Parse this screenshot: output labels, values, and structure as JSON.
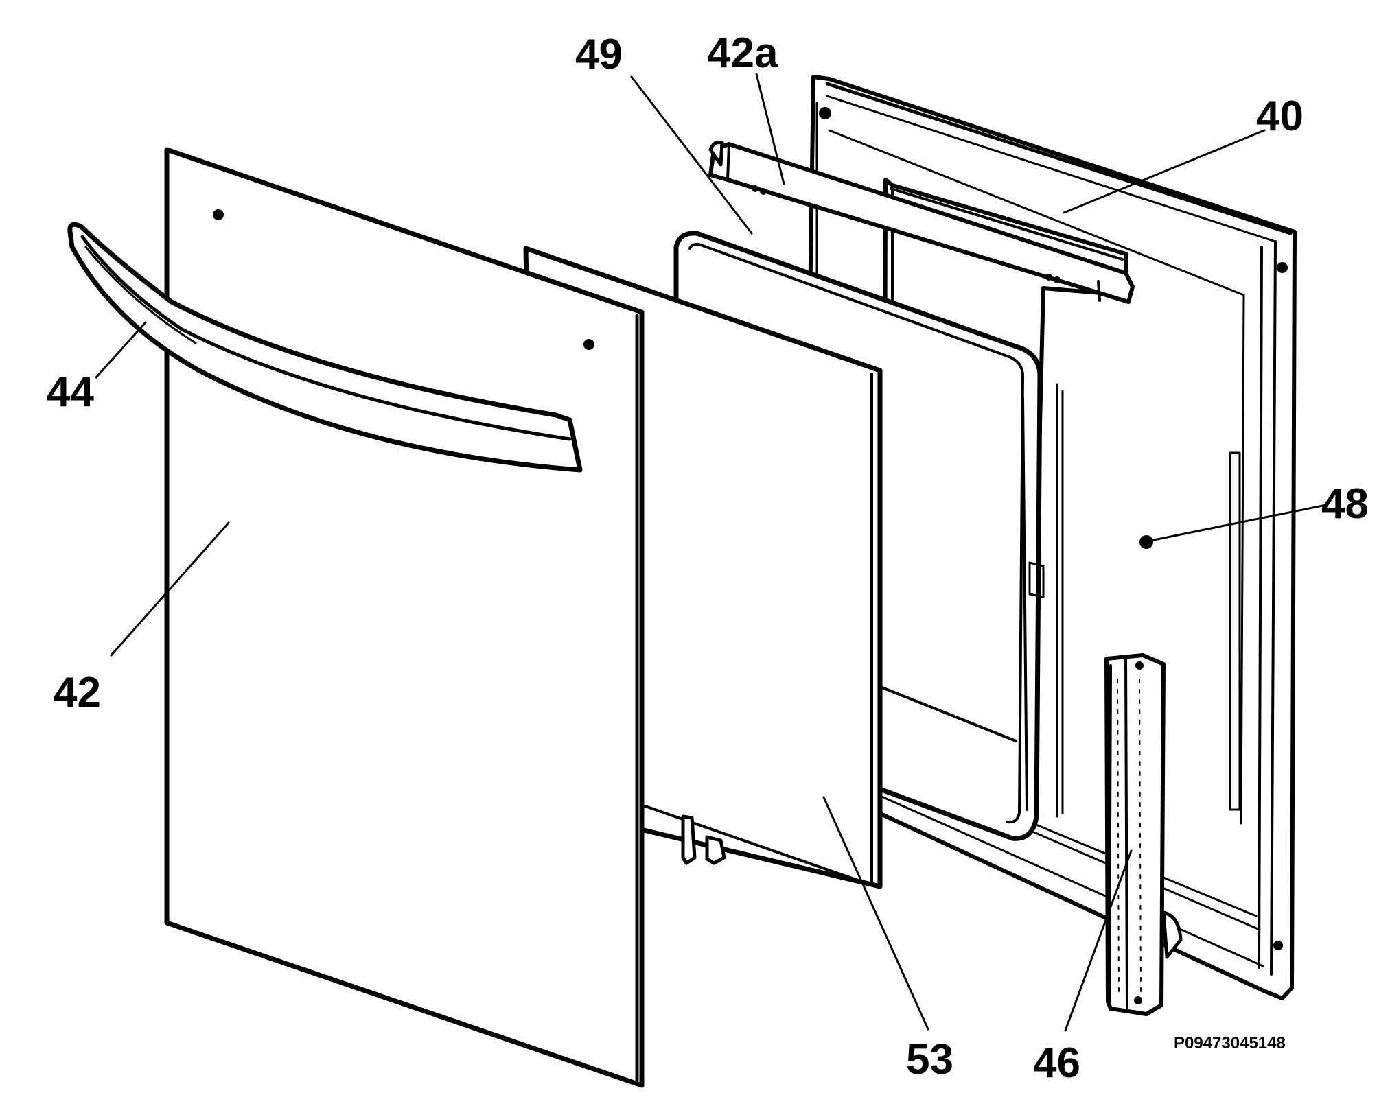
{
  "labels": {
    "l40": "40",
    "l42": "42",
    "l42a": "42a",
    "l44": "44",
    "l46": "46",
    "l48": "48",
    "l49": "49",
    "l53": "53"
  },
  "drawing_code": "P09473045148",
  "colors": {
    "line": "#000000",
    "background": "#ffffff"
  }
}
